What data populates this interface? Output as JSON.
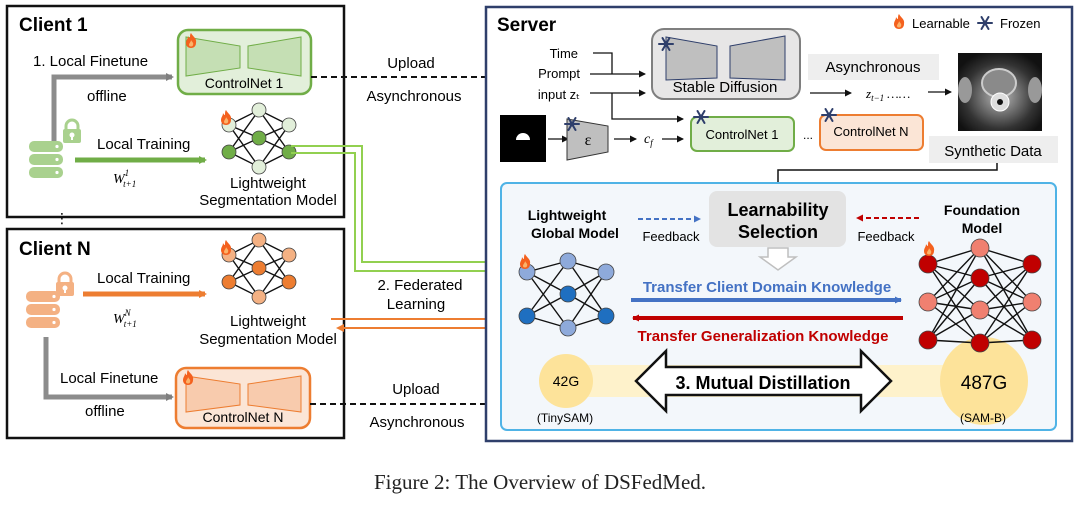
{
  "caption": "Figure 2: The Overview of DSFedMed.",
  "legend": {
    "learnable": "Learnable",
    "frozen": "Frozen"
  },
  "colors": {
    "client1_green": "#70ad47",
    "client1_green_light": "#e2efda",
    "clientN_orange": "#ed7d31",
    "clientN_orange_light": "#fbe5d6",
    "server_border": "#2f3f6b",
    "inner_panel_border": "#4fb3e6",
    "blue_arrow": "#4472c4",
    "red_arrow": "#c00000",
    "yellow_glow": "#fde9a6"
  },
  "client1": {
    "title": "Client 1",
    "finetune_label": "1. Local Finetune",
    "offline_label": "offline",
    "controlnet_label": "ControlNet 1",
    "training_label": "Local Training",
    "weight_label": "W",
    "weight_sup": "1",
    "weight_sub": "t+1",
    "model_label_1": "Lightweight",
    "model_label_2": "Segmentation Model"
  },
  "clientN": {
    "title": "Client N",
    "training_label": "Local Training",
    "weight_label": "W",
    "weight_sup": "N",
    "weight_sub": "t+1",
    "model_label_1": "Lightweight",
    "model_label_2": "Segmentation Model",
    "finetune_label": "Local Finetune",
    "offline_label": "offline",
    "controlnet_label": "ControlNet N"
  },
  "vertical_dots": "⋮",
  "links": {
    "upload_top": "Upload",
    "async_top": "Asynchronous",
    "fed_1": "2. Federated",
    "fed_2": "Learning",
    "upload_bottom": "Upload",
    "async_bottom": "Asynchronous"
  },
  "server": {
    "title": "Server",
    "inputs": [
      "Time",
      "Prompt",
      "input zₜ"
    ],
    "stable_diffusion": "Stable Diffusion",
    "encoder": "ε",
    "cf": "c",
    "cf_sub": "f",
    "controlnet_1": "ControlNet 1",
    "ellipsis": "...",
    "controlnet_n": "ControlNet N",
    "async_label": "Asynchronous",
    "z_prev": "z",
    "z_prev_sub": "t−1",
    "z_dots": "……",
    "synthetic_data": "Synthetic Data"
  },
  "distill": {
    "global_model_1": "Lightweight",
    "global_model_2": "Global Model",
    "feedback_left": "Feedback",
    "selection_1": "Learnability",
    "selection_2": "Selection",
    "feedback_right": "Feedback",
    "foundation_1": "Foundation",
    "foundation_2": "Model",
    "transfer_client": "Transfer Client Domain Knowledge",
    "transfer_general": "Transfer Generalization Knowledge",
    "mutual": "3. Mutual Distillation",
    "small_size": "42G",
    "small_name": "(TinySAM)",
    "large_size": "487G",
    "large_name": "(SAM-B)"
  }
}
